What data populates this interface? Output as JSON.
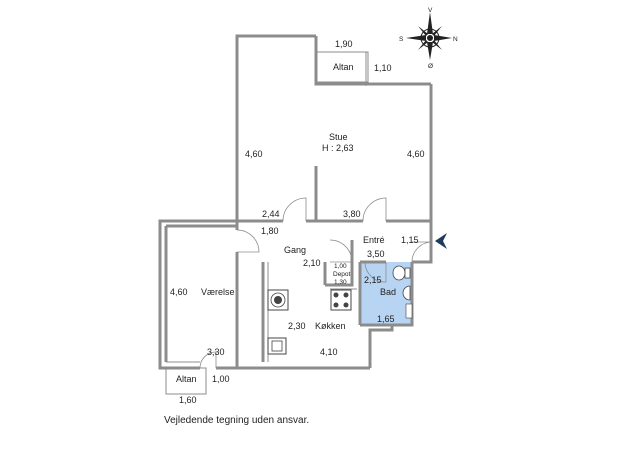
{
  "compass": {
    "north": "N",
    "south": "S",
    "east": "Ø",
    "west": "V",
    "icon": "compass-rose-icon"
  },
  "entrance_marker": {
    "icon": "chevron-left-icon",
    "color": "#1f3a5f"
  },
  "colors": {
    "bath": "#b7d4f2",
    "walls": "#8c8c8c",
    "text": "#222222"
  },
  "rooms": {
    "stue": {
      "name": "Stue",
      "height": "H : 2,63"
    },
    "vaerelse": {
      "name": "Værelse"
    },
    "gang": {
      "name": "Gang"
    },
    "entre": {
      "name": "Entré"
    },
    "depot": {
      "name": "Depot"
    },
    "bad": {
      "name": "Bad"
    },
    "koekken": {
      "name": "Køkken"
    },
    "altan_top": {
      "name": "Altan"
    },
    "altan_bottom": {
      "name": "Altan"
    }
  },
  "dimensions": {
    "altan_top_width": "1,90",
    "altan_top_depth": "1,10",
    "stue_left": "4,60",
    "stue_right": "4,60",
    "stue_bottom_left": "2,44",
    "stue_bottom_right": "3,80",
    "gang_width": "1,80",
    "entre_side": "1,15",
    "entre_width": "3,50",
    "gang_depth": "2,10",
    "depot_width": "1,00",
    "depot_depth": "1,30",
    "bad_depth": "2,15",
    "bad_width": "1,65",
    "vaerelse_depth": "4,60",
    "vaerelse_width": "3,30",
    "koekken_depth": "2,30",
    "koekken_width": "4,10",
    "altan_bottom_depth": "1,00",
    "altan_bottom_width": "1,60"
  },
  "caption": "Vejledende tegning uden ansvar."
}
